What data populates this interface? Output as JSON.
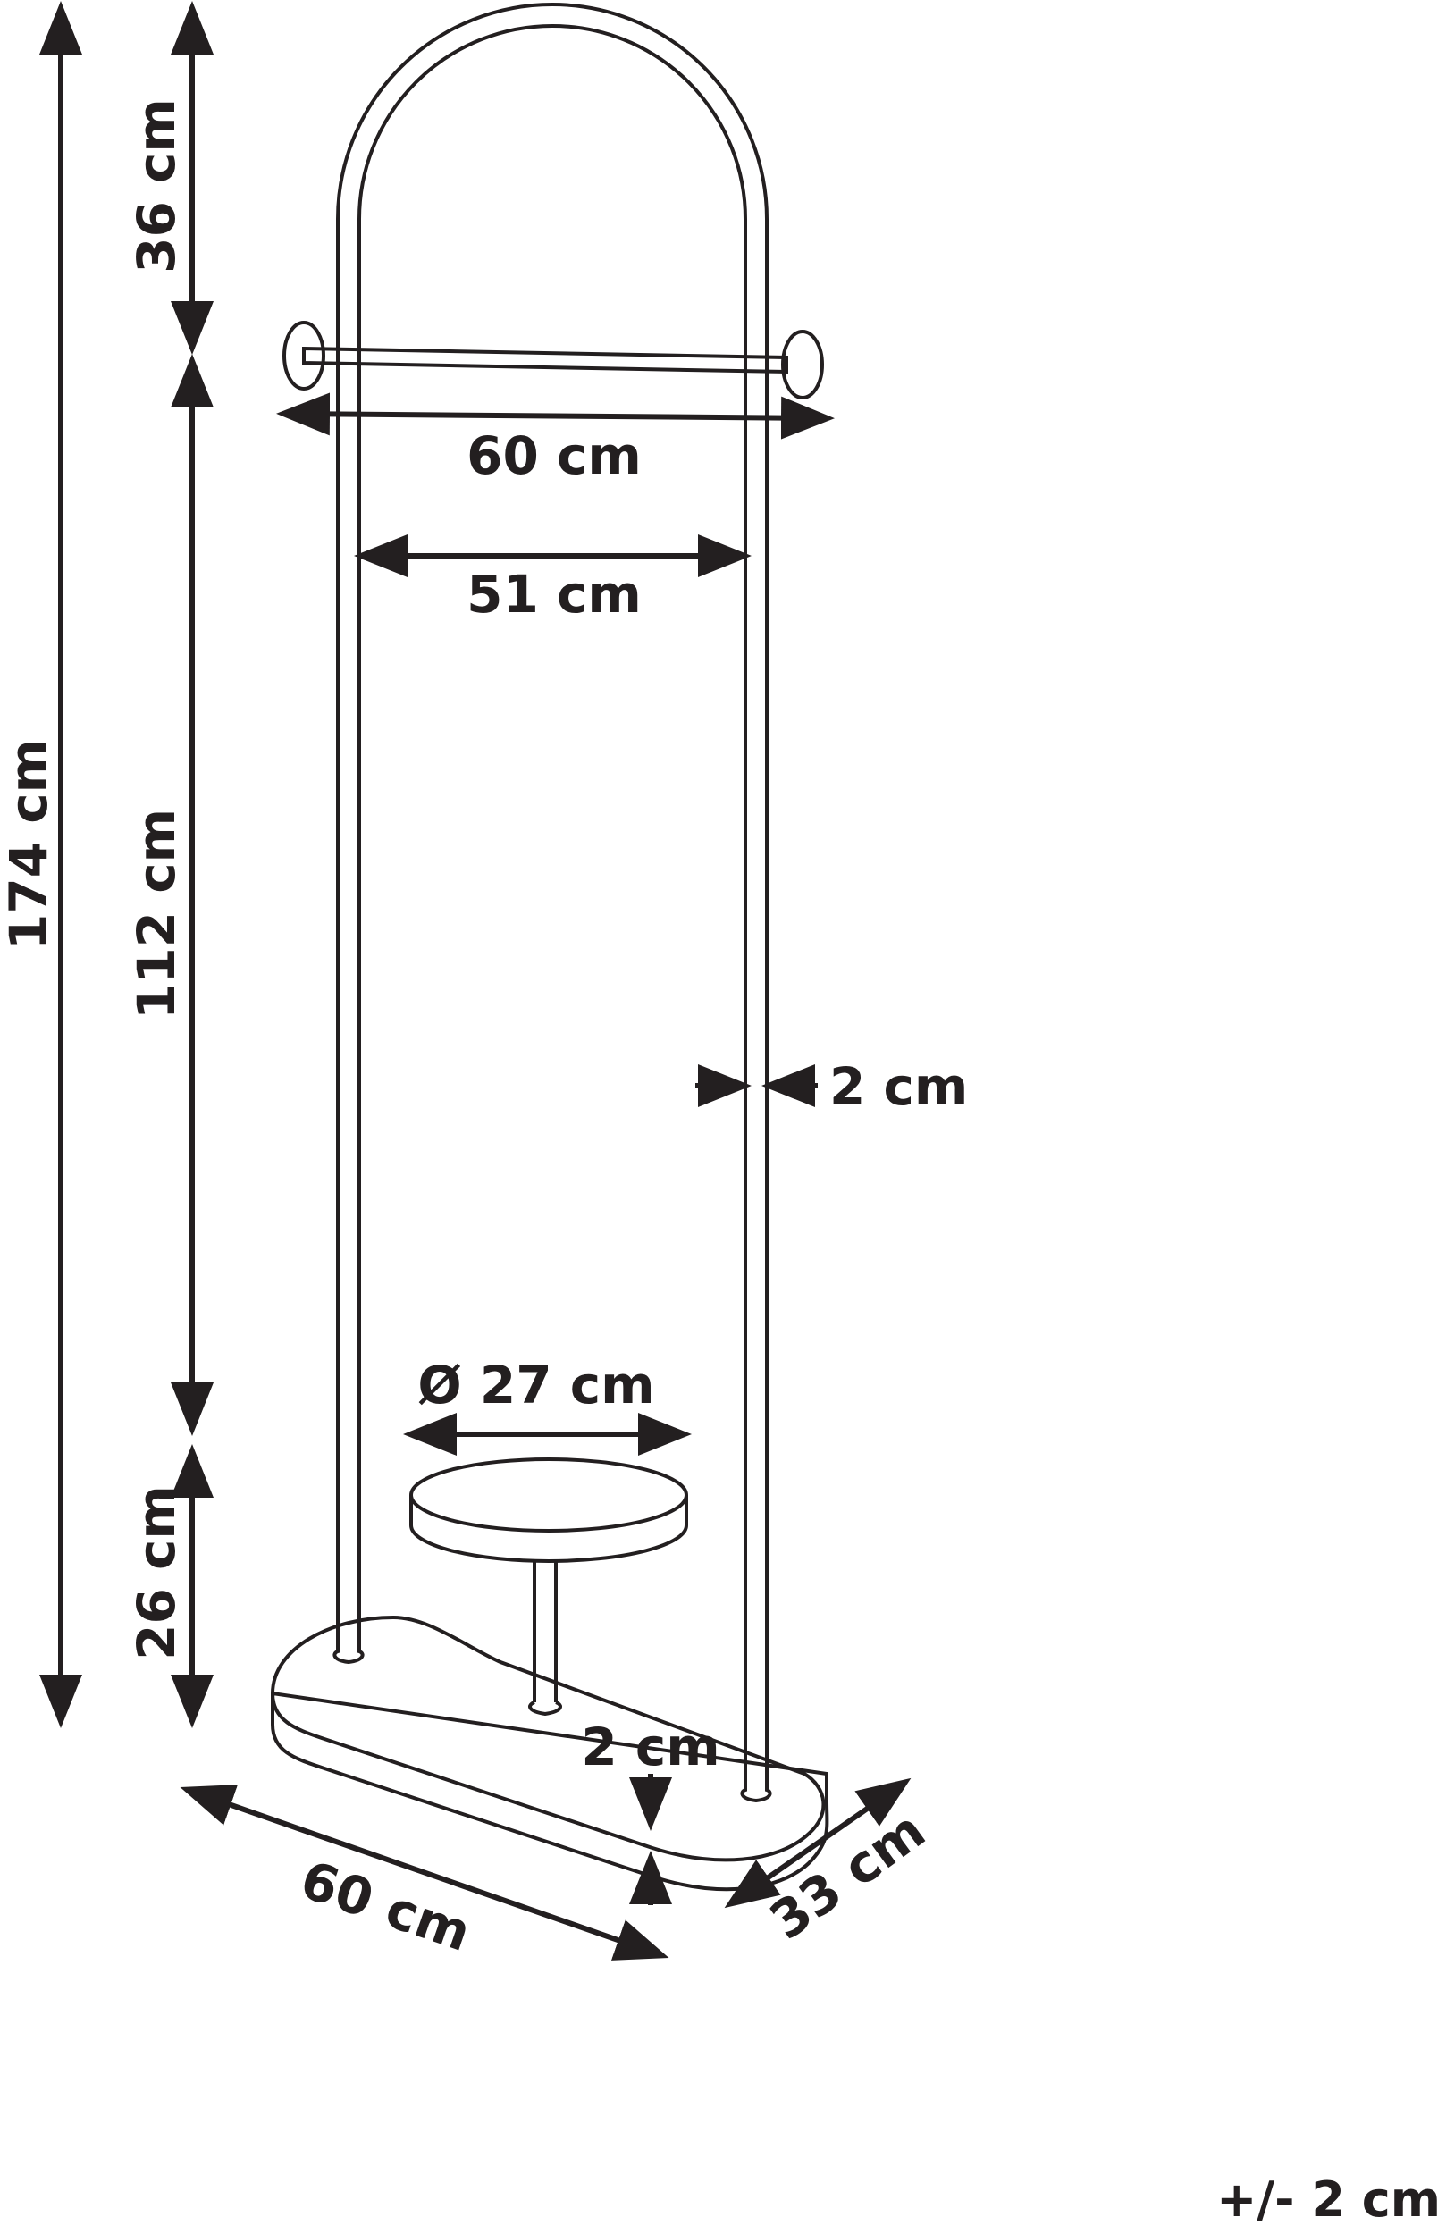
{
  "dimensions": {
    "total_height": "174 cm",
    "top_arch_height": "36 cm",
    "middle_height": "112 cm",
    "bottom_height": "26 cm",
    "rail_width": "60 cm",
    "inner_width": "51 cm",
    "tube_thickness": "2 cm",
    "tray_diameter": "Ø 27 cm",
    "base_thickness": "2 cm",
    "base_length": "60 cm",
    "base_depth": "33 cm"
  },
  "tolerance": "+/- 2 cm",
  "colors": {
    "line": "#231f20",
    "background": "#ffffff"
  }
}
